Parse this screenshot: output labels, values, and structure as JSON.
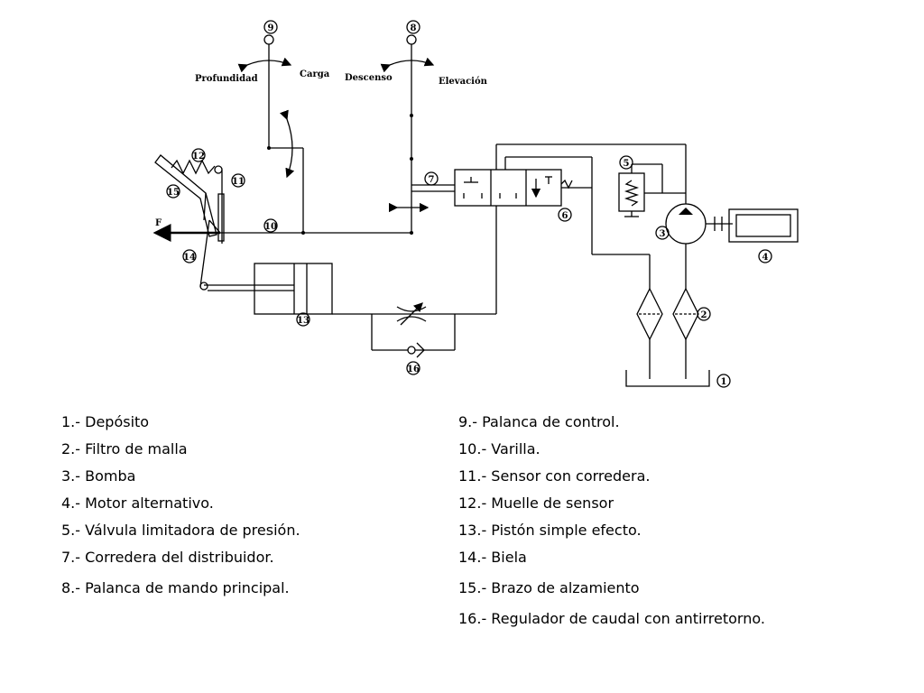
{
  "diagram": {
    "labels": {
      "profundidad": "Profundidad",
      "carga": "Carga",
      "descenso": "Descenso",
      "elevacion": "Elevación",
      "force": "F"
    },
    "numbers": {
      "n1": "1",
      "n2": "2",
      "n3": "3",
      "n4": "4",
      "n5": "5",
      "n6": "6",
      "n7": "7",
      "n8": "8",
      "n9": "9",
      "n10": "10",
      "n11": "11",
      "n12": "12",
      "n13": "13",
      "n14": "14",
      "n15": "15",
      "n16": "16"
    }
  },
  "legend": {
    "left": [
      "1.- Depósito",
      "2.- Filtro de malla",
      "3.- Bomba",
      "4.- Motor alternativo.",
      "5.- Válvula limitadora de presión.",
      "7.- Corredera del distribuidor.",
      "8.- Palanca de mando principal."
    ],
    "right": [
      "9.- Palanca de control.",
      "10.- Varilla.",
      "11.- Sensor con corredera.",
      "12.- Muelle de sensor",
      "13.- Pistón simple efecto.",
      "14.- Biela",
      "15.- Brazo de alzamiento",
      "16.- Regulador de caudal con antirretorno."
    ]
  }
}
